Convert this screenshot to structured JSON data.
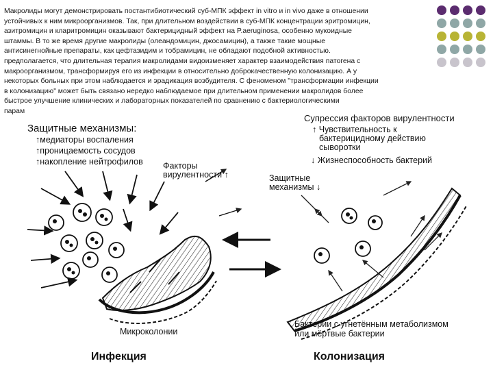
{
  "paragraph": [
    "Макролиды могут демонстрировать постантибиотический суб-МПК эффект in vitro и in vivo даже в отношении",
    "устойчивых к ним микроорганизмов. Так, при длительном воздействии в суб-МПК концентрации эритромицин,",
    "азитромицин и кларитромицин оказывают бактерицидный эффект на P.aeruginosa, особенно мукоидные",
    "штаммы. В то же время другие макролиды (олеандомицин, джосамицин), а также такие мощные",
    "антисинегнойные препараты, как цефтазидим и тобрамицин, не обладают подобной активностью.",
    "предполагается, что длительная терапия макролидами видоизменяет характер взаимодействия патогена с",
    "макроорганизмом, трансформируя его из инфекции в относительно доброкачественную колонизацию. А у",
    "некоторых больных при этом наблюдается и эрадикация возбудителя. С феноменом \"трансформации инфекции",
    "в колонизацию\" может быть связано нередко наблюдаемое при длительном применении макролидов более",
    "быстрое улучшение клинических и лабораторных показателей по сравнению с бактериологическими",
    "парам"
  ],
  "decor": {
    "dot_colors": [
      "#5b2c6f",
      "#8fa7a6",
      "#b8b435",
      "#c8c4cc"
    ],
    "dot_grid": [
      [
        0,
        0,
        0,
        0
      ],
      [
        1,
        1,
        1,
        1
      ],
      [
        2,
        2,
        2,
        2
      ],
      [
        1,
        1,
        1,
        1
      ],
      [
        3,
        3,
        3,
        3
      ]
    ]
  },
  "figure": {
    "left_heading": "Защитные механизмы:",
    "left_items": [
      "↑медиаторы воспаления",
      "↑проницаемость сосудов",
      "↑накопление нейтрофилов"
    ],
    "virulence_label_1": "Факторы",
    "virulence_label_2": "вирулентности ↑",
    "right_heading": "Супрессия факторов вирулентности",
    "right_item_1a": "↑ Чувствительность к",
    "right_item_1b": "бактерицидному действию",
    "right_item_1c": "сыворотки",
    "right_item_2": "↓ Жизнеспособность бактерий",
    "defense_label_1": "Защитные",
    "defense_label_2": "механизмы ↓",
    "microcolonies_label": "Микроколонии",
    "bacteria_label_1": "Бактерии с угнетённым метаболизмом",
    "bacteria_label_2": "или мёртвые бактерии",
    "infection_label": "Инфекция",
    "colonization_label": "Колонизация"
  }
}
